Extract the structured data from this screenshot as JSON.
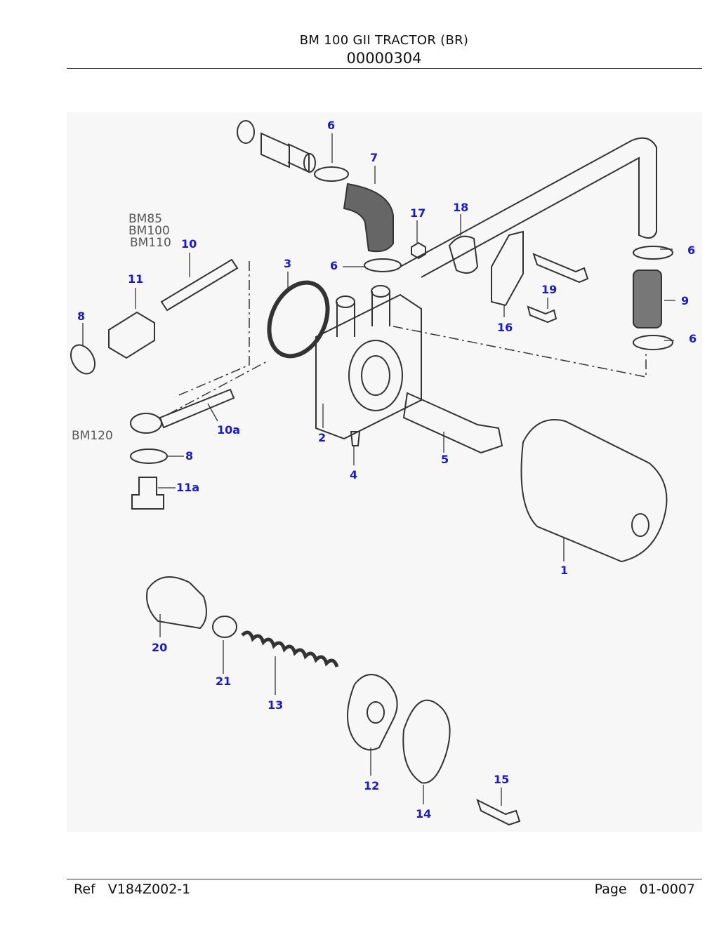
{
  "header": {
    "title": "BM 100 GII TRACTOR (BR)",
    "code": "00000304"
  },
  "diagram": {
    "models": {
      "group_a": [
        "BM85",
        "BM100",
        "BM110"
      ],
      "group_b": "BM120"
    },
    "callouts": [
      "1",
      "2",
      "3",
      "4",
      "5",
      "6",
      "7",
      "8",
      "9",
      "10",
      "10a",
      "11",
      "11a",
      "12",
      "13",
      "14",
      "15",
      "16",
      "17",
      "18",
      "19",
      "20",
      "21"
    ]
  },
  "footer": {
    "ref_label": "Ref",
    "ref_value": "V184Z002-1",
    "page_label": "Page",
    "page_value": "01-0007"
  }
}
